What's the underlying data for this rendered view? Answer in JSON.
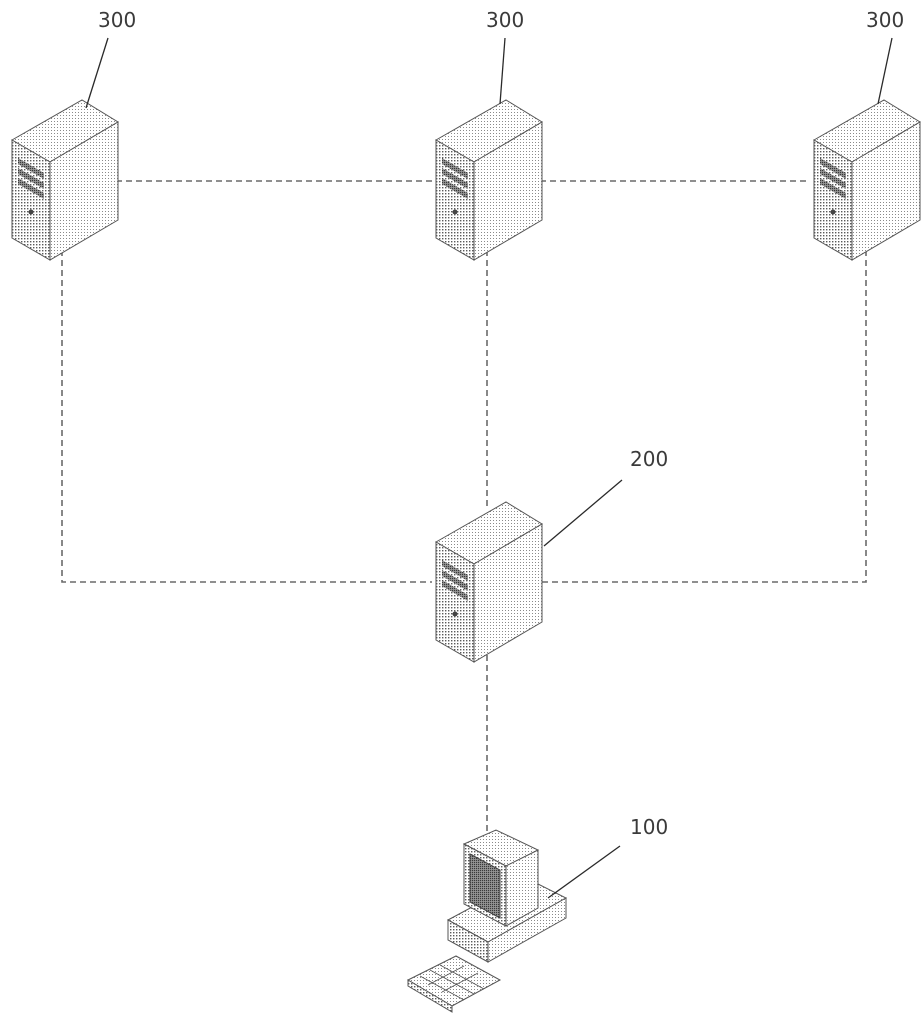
{
  "labels": {
    "server_left": "300",
    "server_middle": "300",
    "server_right": "300",
    "relay_server": "200",
    "terminal": "100"
  }
}
